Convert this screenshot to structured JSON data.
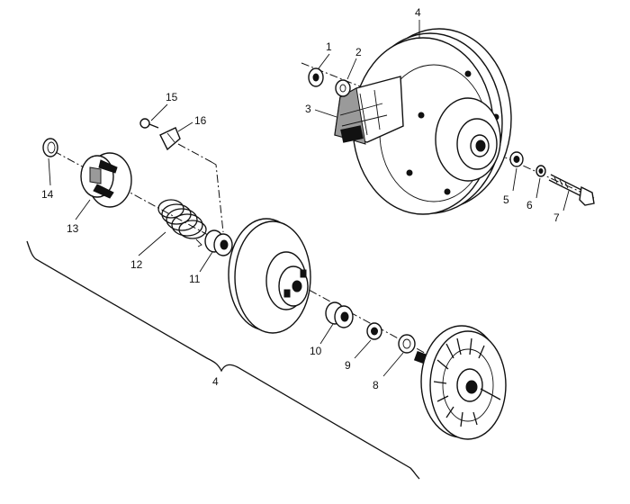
{
  "diagram": {
    "callouts": {
      "c1": "1",
      "c2": "2",
      "c3": "3",
      "c4_top": "4",
      "c5": "5",
      "c6": "6",
      "c7": "7",
      "c8": "8",
      "c9": "9",
      "c10": "10",
      "c11": "11",
      "c12": "12",
      "c13": "13",
      "c14": "14",
      "c15": "15",
      "c16": "16",
      "c4_group": "4"
    }
  }
}
